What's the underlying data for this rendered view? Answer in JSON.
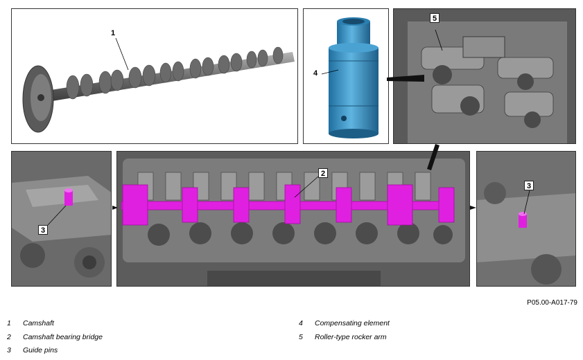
{
  "figure_id": "P05.00-A017-79",
  "callouts": {
    "camshaft": "1",
    "bearing_bridge": "2",
    "guide_pin_left": "3",
    "guide_pin_right": "3",
    "compensating_element": "4",
    "rocker_arm": "5"
  },
  "legend": [
    {
      "num": "1",
      "label": "Camshaft"
    },
    {
      "num": "2",
      "label": "Camshaft bearing bridge"
    },
    {
      "num": "3",
      "label": "Guide pins"
    },
    {
      "num": "4",
      "label": "Compensating element"
    },
    {
      "num": "5",
      "label": "Roller-type rocker arm"
    }
  ],
  "colors": {
    "highlight": "#e020e0",
    "metal": "#8a8a8a",
    "element_blue": "#3b95c9"
  }
}
